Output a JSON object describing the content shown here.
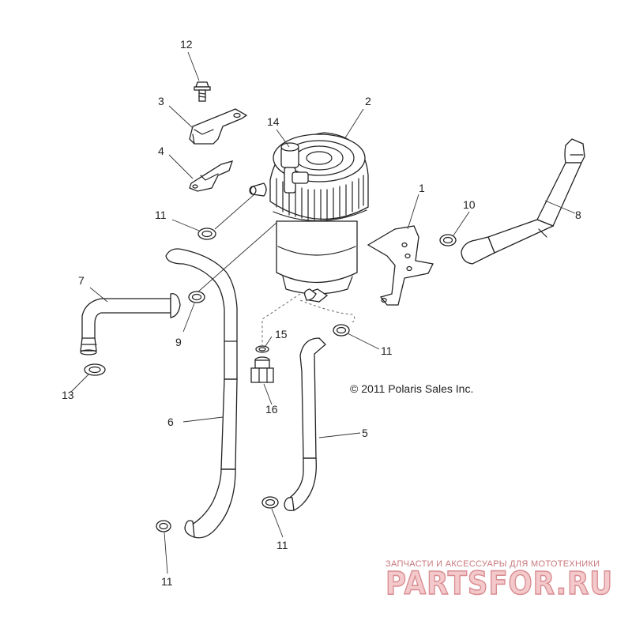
{
  "callouts": {
    "c1": "1",
    "c2": "2",
    "c3": "3",
    "c4": "4",
    "c5": "5",
    "c6": "6",
    "c7": "7",
    "c8": "8",
    "c9": "9",
    "c10": "10",
    "c11a": "11",
    "c11b": "11",
    "c11c": "11",
    "c11d": "11",
    "c12": "12",
    "c13": "13",
    "c14": "14",
    "c15": "15",
    "c16": "16"
  },
  "copyright": "© 2011 Polaris Sales Inc.",
  "watermark": {
    "tagline": "ЗАПЧАСТИ И АКСЕССУАРЫ ДЛЯ МОТОТЕХНИКИ",
    "brand": "PARTSFOR.RU"
  },
  "colors": {
    "line": "#222222",
    "watermark_fill": "#f3c9cb",
    "watermark_stroke": "#d98c90"
  }
}
